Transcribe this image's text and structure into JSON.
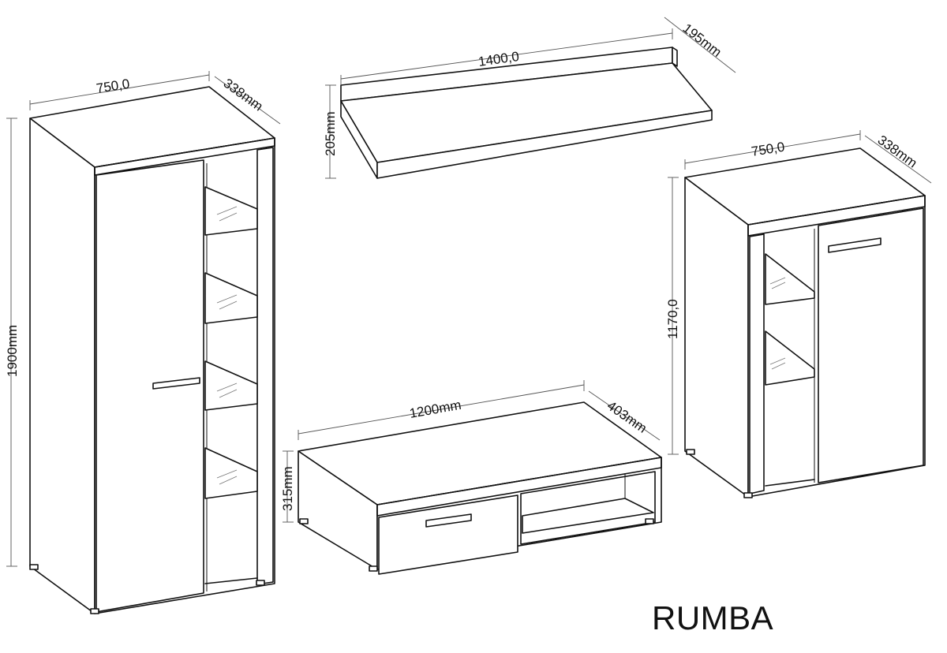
{
  "brand": "RUMBA",
  "tall_cabinet": {
    "width_label": "750,0",
    "depth_label": "338mm",
    "height_label": "1900mm"
  },
  "wall_shelf": {
    "width_label": "1400,0",
    "depth_label": "195mm",
    "height_label": "205mm"
  },
  "small_cabinet": {
    "width_label": "750,0",
    "depth_label": "338mm",
    "height_label": "1170,0"
  },
  "tv_stand": {
    "width_label": "1200mm",
    "depth_label": "403mm",
    "height_label": "315mm"
  }
}
